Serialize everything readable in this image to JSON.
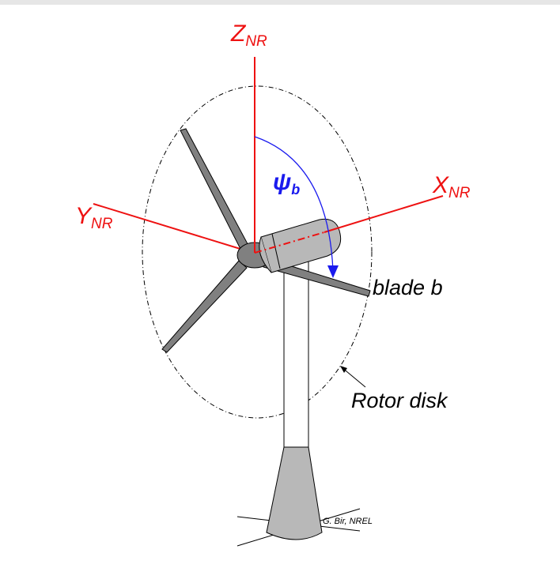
{
  "labels": {
    "z_main": "Z",
    "z_sub": "NR",
    "x_main": "X",
    "x_sub": "NR",
    "y_main": "Y",
    "y_sub": "NR",
    "psi_main": "ψ",
    "psi_sub": "b",
    "blade": "blade b",
    "rotor_disk": "Rotor disk",
    "credit": "G. Bir, NREL"
  },
  "colors": {
    "axis": "#ee1111",
    "angle": "#1a1aee",
    "blade_fill": "#808080",
    "tower_fill": "#ffffff",
    "base_fill": "#b8b8b8",
    "outline": "#000000"
  }
}
